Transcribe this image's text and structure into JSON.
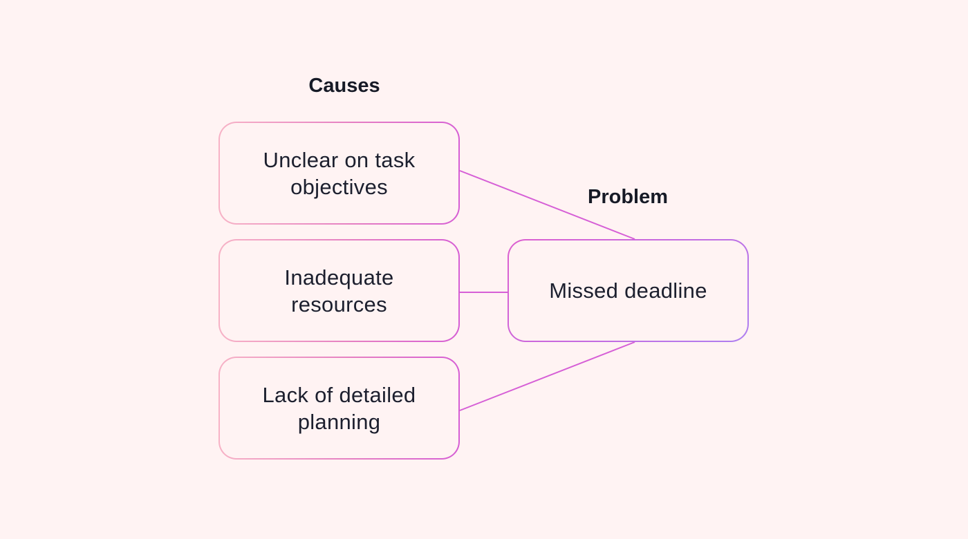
{
  "headings": {
    "causes": "Causes",
    "problem": "Problem"
  },
  "causes": [
    {
      "label": "Unclear on task objectives"
    },
    {
      "label": "Inadequate resources"
    },
    {
      "label": "Lack of detailed planning"
    }
  ],
  "problem": {
    "label": "Missed deadline"
  },
  "colors": {
    "background": "#fff3f3",
    "connector": "#d65fd6",
    "cause_border_start": "#f7b3c6",
    "cause_border_end": "#d65ed4",
    "problem_border_start": "#dd5fcf",
    "problem_border_end": "#ae7ff0",
    "text": "#1c1f2e"
  }
}
